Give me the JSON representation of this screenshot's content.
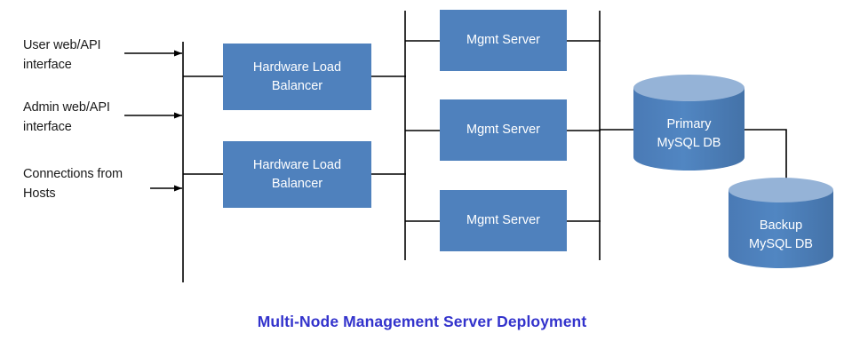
{
  "diagram": {
    "title": "Multi-Node Management Server Deployment",
    "colors": {
      "node_fill": "#4F81BD",
      "cylinder_body": "#4F81BD",
      "cylinder_top": "#95B3D7",
      "line": "#000000",
      "title_text": "#3333CC",
      "node_text": "#FFFFFF",
      "label_text": "#1A1A1A",
      "background": "#FFFFFF"
    },
    "inputs": [
      {
        "label": "User web/API\ninterface"
      },
      {
        "label": "Admin web/API\ninterface"
      },
      {
        "label": "Connections from\nHosts"
      }
    ],
    "load_balancers": [
      {
        "label": "Hardware Load\nBalancer"
      },
      {
        "label": "Hardware Load\nBalancer"
      }
    ],
    "mgmt_servers": [
      {
        "label": "Mgmt Server"
      },
      {
        "label": "Mgmt Server"
      },
      {
        "label": "Mgmt Server"
      }
    ],
    "databases": [
      {
        "label": "Primary\nMySQL DB",
        "role": "primary"
      },
      {
        "label": "Backup\nMySQL DB",
        "role": "backup"
      }
    ]
  }
}
